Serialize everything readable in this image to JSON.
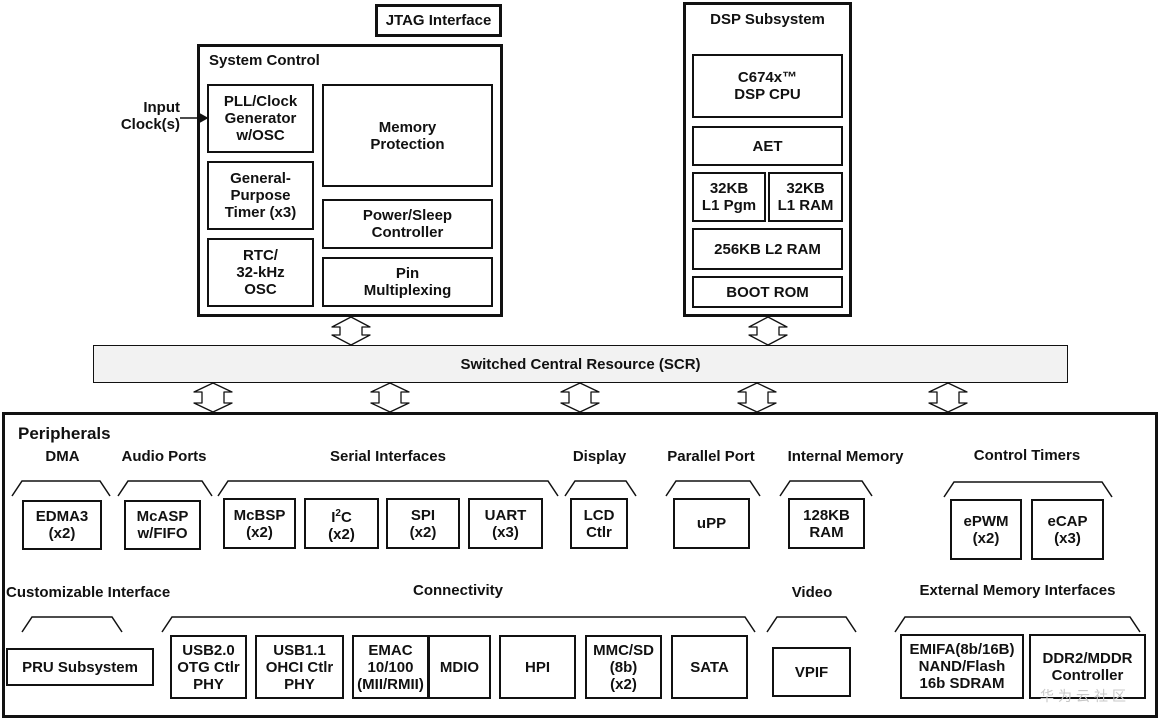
{
  "jtag": "JTAG Interface",
  "input_clock": "Input\nClock(s)",
  "system_control": {
    "title": "System Control",
    "pll": "PLL/Clock\nGenerator\nw/OSC",
    "memory_protection": "Memory\nProtection",
    "gp_timer": "General-\nPurpose\nTimer (x3)",
    "power_sleep": "Power/Sleep\nController",
    "rtc": "RTC/\n32-kHz\nOSC",
    "pin_mux": "Pin\nMultiplexing"
  },
  "dsp": {
    "title": "DSP Subsystem",
    "cpu": "C674x™\nDSP CPU",
    "aet": "AET",
    "l1pgm": "32KB\nL1 Pgm",
    "l1ram": "32KB\nL1 RAM",
    "l2ram": "256KB L2 RAM",
    "bootrom": "BOOT ROM"
  },
  "scr": "Switched Central Resource (SCR)",
  "peripherals": {
    "title": "Peripherals",
    "dma": {
      "label": "DMA",
      "edma3": "EDMA3\n(x2)"
    },
    "audio": {
      "label": "Audio Ports",
      "mcasp": "McASP\nw/FIFO"
    },
    "serial": {
      "label": "Serial Interfaces",
      "mcbsp": "McBSP\n(x2)",
      "i2c_base": "I",
      "i2c_sup": "2",
      "i2c_rest": "C",
      "i2c_count": "(x2)",
      "spi": "SPI\n(x2)",
      "uart": "UART\n(x3)"
    },
    "display": {
      "label": "Display",
      "lcd": "LCD\nCtlr"
    },
    "parallel": {
      "label": "Parallel Port",
      "upp": "uPP"
    },
    "internal_mem": {
      "label": "Internal Memory",
      "ram": "128KB\nRAM"
    },
    "control_timers": {
      "label": "Control Timers",
      "epwm": "ePWM\n(x2)",
      "ecap": "eCAP\n(x3)"
    },
    "custom": {
      "label": "Customizable Interface",
      "pru": "PRU Subsystem"
    },
    "connectivity": {
      "label": "Connectivity",
      "usb20": "USB2.0\nOTG Ctlr\nPHY",
      "usb11": "USB1.1\nOHCI Ctlr\nPHY",
      "emac": "EMAC\n10/100\n(MII/RMII)",
      "mdio": "MDIO",
      "hpi": "HPI",
      "mmc": "MMC/SD\n(8b)\n(x2)",
      "sata": "SATA"
    },
    "video": {
      "label": "Video",
      "vpif": "VPIF"
    },
    "ext_mem": {
      "label": "External Memory Interfaces",
      "emifa": "EMIFA(8b/16B)\nNAND/Flash\n16b SDRAM",
      "ddr2": "DDR2/MDDR\nController"
    }
  },
  "watermark": "华为云社区"
}
